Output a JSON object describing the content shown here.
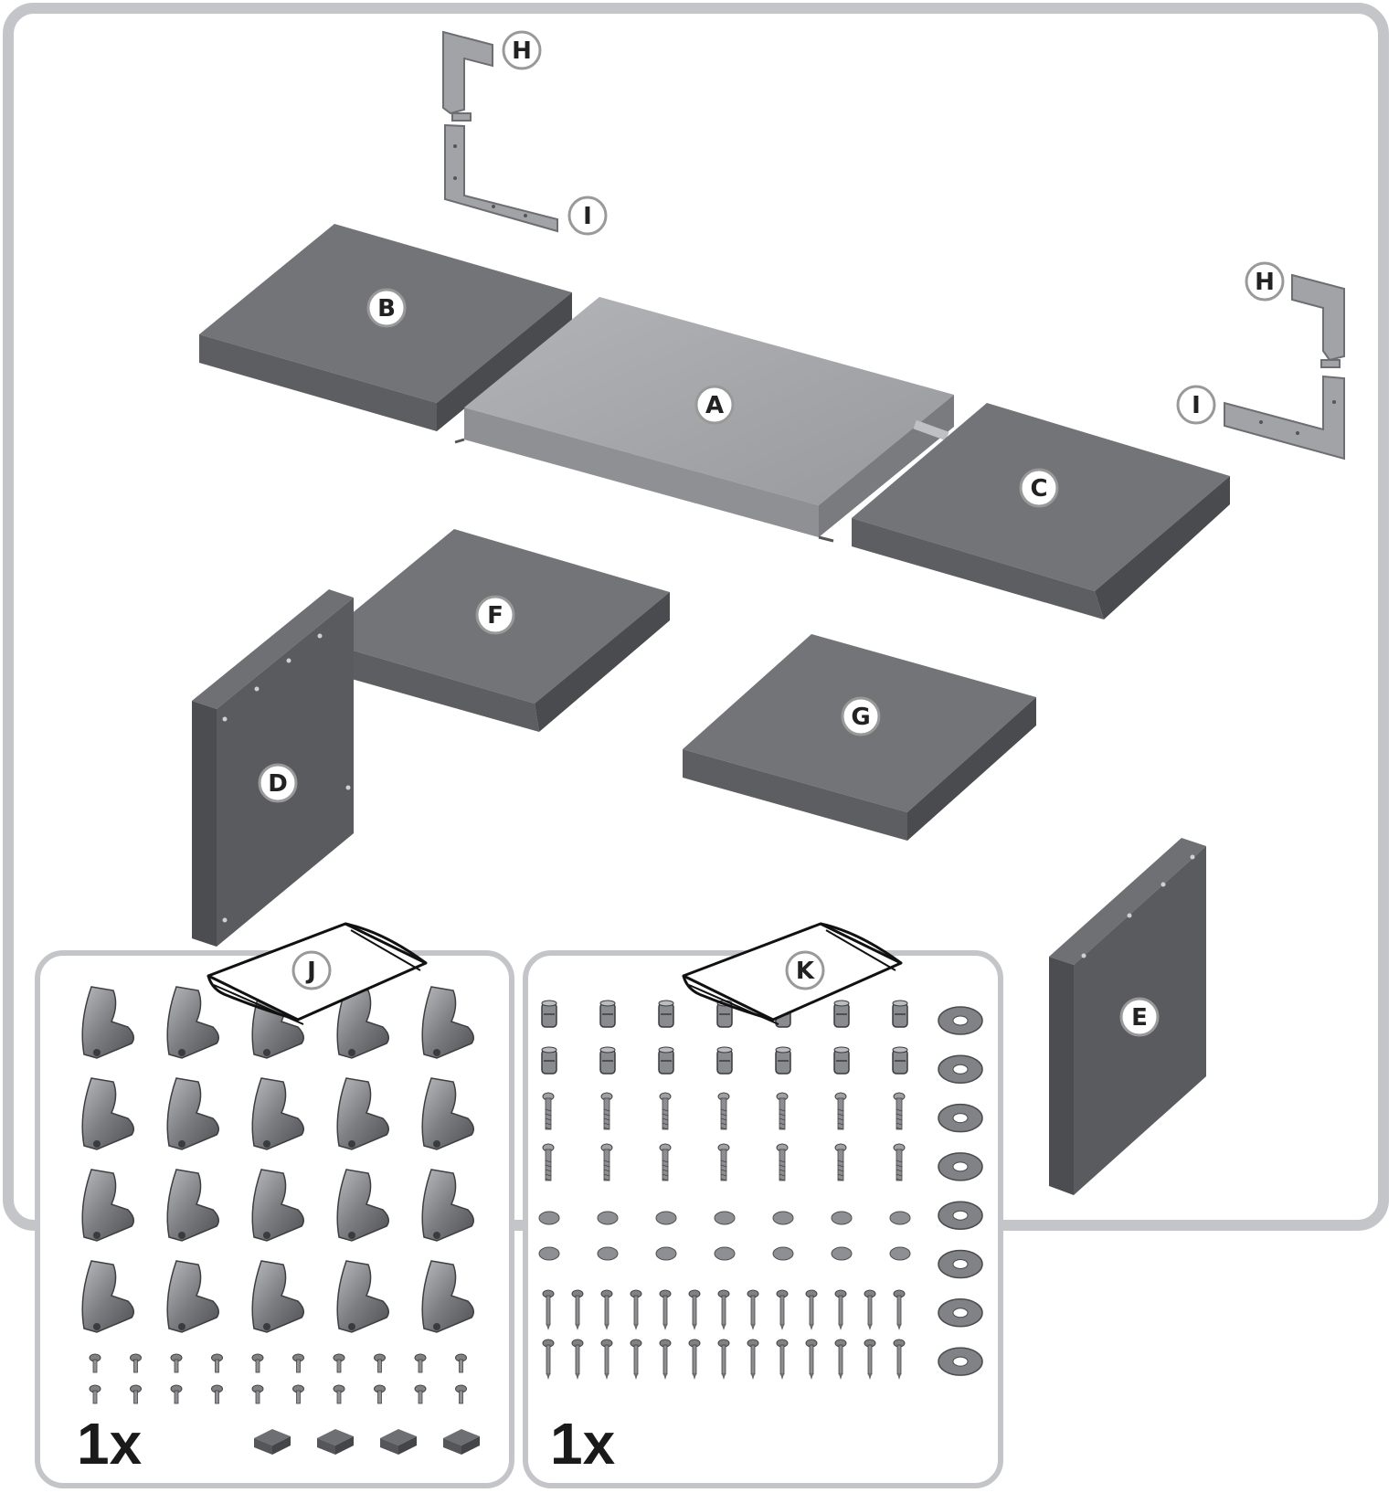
{
  "colors": {
    "frame": "#c4c5c8",
    "panel_top": "#737477",
    "panel_front": "#5d5e61",
    "panel_side": "#4a4b4e",
    "metal_top": "#a4a5a8",
    "metal_side": "#8a8b8e",
    "bracket": "#a2a3a6",
    "hardware": "#77787b"
  },
  "labels": {
    "a": "A",
    "b": "B",
    "c": "C",
    "d": "D",
    "e": "E",
    "f": "F",
    "g": "G",
    "h": "H",
    "i": "I",
    "j": "J",
    "k": "K"
  },
  "bags": {
    "j_quantity": "1x",
    "k_quantity": "1x"
  },
  "icons": {
    "bag": "plastic-bag-icon",
    "clip": "clip-icon",
    "cam_lock": "cam-lock-icon",
    "cam_bolt": "cam-bolt-icon",
    "cover_cap": "cover-cap-icon",
    "screw": "screw-icon",
    "washer": "washer-icon",
    "felt_pad": "felt-pad-icon"
  },
  "hardware_counts": {
    "clips": 20,
    "clip_screws": 20,
    "felt_pads": 4,
    "cam_locks": 14,
    "cam_bolts": 14,
    "cover_caps": 14,
    "screws": 26,
    "washers": 8
  }
}
